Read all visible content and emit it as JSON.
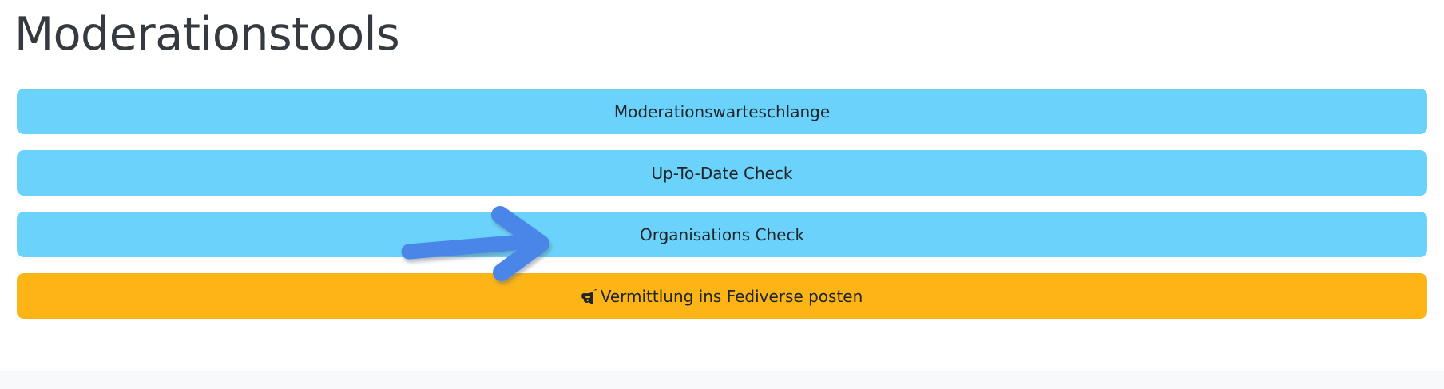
{
  "page": {
    "title": "Moderationstools",
    "lang": "de"
  },
  "colors": {
    "title_text": "#343a40",
    "button_info_bg": "#6bd3fb",
    "button_warning_bg": "#fcb416",
    "button_text": "#212529",
    "arrow_fill": "#4a86e8",
    "arrow_shadow": "#8e9aa8",
    "page_bg": "#ffffff",
    "footer_bg": "#f8f9fa"
  },
  "buttons": [
    {
      "id": "moderation-queue",
      "label": "Moderationswarteschlange",
      "variant": "info",
      "icon": null
    },
    {
      "id": "up-to-date-check",
      "label": "Up-To-Date Check",
      "variant": "info",
      "icon": null
    },
    {
      "id": "organisations-check",
      "label": "Organisations Check",
      "variant": "info",
      "icon": null
    },
    {
      "id": "post-to-fediverse",
      "label": "Vermittlung ins Fediverse posten",
      "variant": "warning",
      "icon": "megaphone-icon"
    }
  ],
  "annotation": {
    "type": "arrow",
    "name": "pointer-arrow",
    "points_to": "organisations-check",
    "direction": "right",
    "color": "#4a86e8"
  }
}
